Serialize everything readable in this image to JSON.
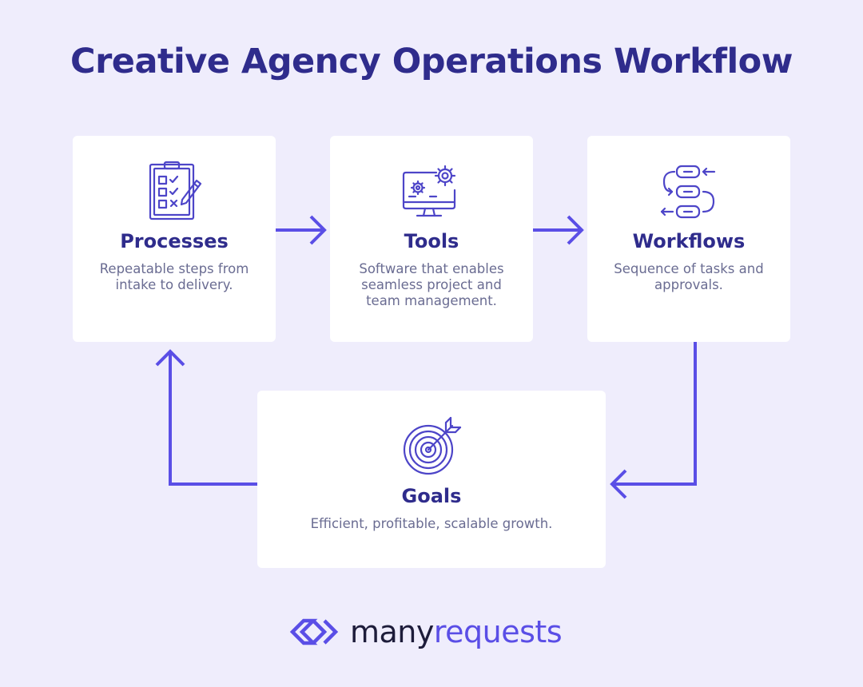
{
  "title": "Creative Agency Operations Workflow",
  "colors": {
    "background": "#efedfc",
    "heading": "#2f2c8c",
    "accent": "#5a4ee6",
    "text": "#6a6c92",
    "card": "#ffffff"
  },
  "cards": [
    {
      "heading": "Processes",
      "description": "Repeatable steps from intake to delivery.",
      "icon": "clipboard-checklist-icon"
    },
    {
      "heading": "Tools",
      "description": "Software that enables seamless project and team management.",
      "icon": "monitor-gears-icon"
    },
    {
      "heading": "Workflows",
      "description": "Sequence of tasks and approvals.",
      "icon": "workflow-steps-icon"
    }
  ],
  "goals": {
    "heading": "Goals",
    "description": "Efficient, profitable, scalable growth.",
    "icon": "target-arrow-icon"
  },
  "logo": {
    "word1": "many",
    "word2": "requests",
    "icon": "chevrons-logo-icon"
  }
}
